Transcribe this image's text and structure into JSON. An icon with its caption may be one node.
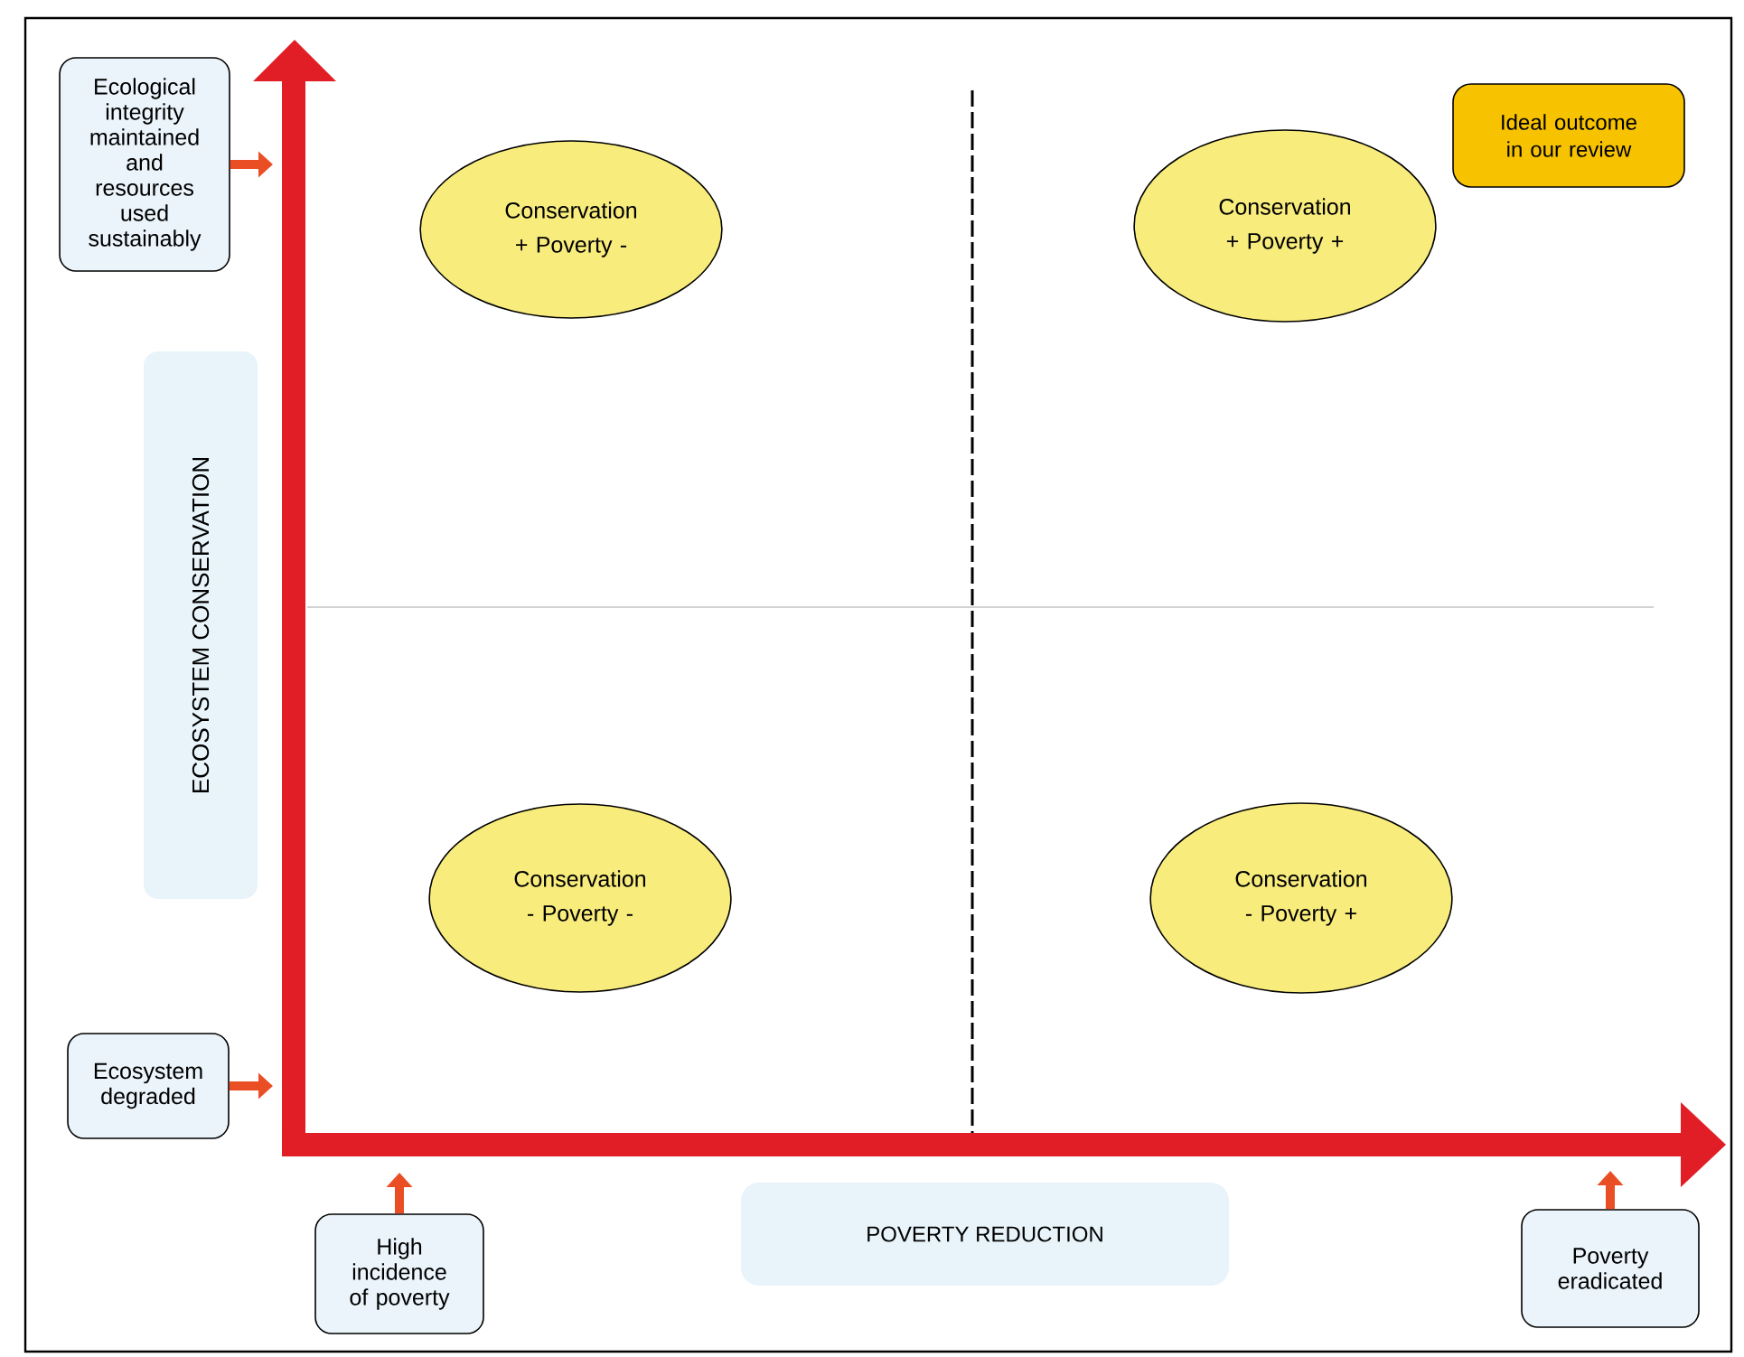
{
  "diagram": {
    "nodes": [
      {
        "text": [
          "Ecological integrity maintained and resources used sustainably"
        ]
      },
      {
        "text": [
          "Conservation + Poverty -"
        ]
      },
      {
        "text": [
          "Conservation + Poverty +"
        ]
      },
      {
        "text": [
          "Ideal outcome in our review"
        ]
      },
      {
        "text": [
          "ECOSYSTEM CONSERVATION"
        ]
      },
      {
        "text": [
          "Conservation - Poverty -"
        ]
      },
      {
        "text": [
          "Conservation - Poverty +"
        ]
      },
      {
        "text": [
          "Ecosystem degraded"
        ]
      },
      {
        "text": [
          "High incidence of poverty"
        ]
      },
      {
        "text": [
          "POVERTY REDUCTION"
        ]
      },
      {
        "text": [
          "Poverty eradicated"
        ]
      }
    ],
    "edges": [
      {
        "from": 0,
        "to": null,
        "arrow": "to"
      },
      {
        "from": 7,
        "to": null,
        "arrow": "to"
      },
      {
        "from": 8,
        "to": null,
        "arrow": "to"
      },
      {
        "from": 10,
        "to": null,
        "arrow": "to"
      }
    ]
  }
}
